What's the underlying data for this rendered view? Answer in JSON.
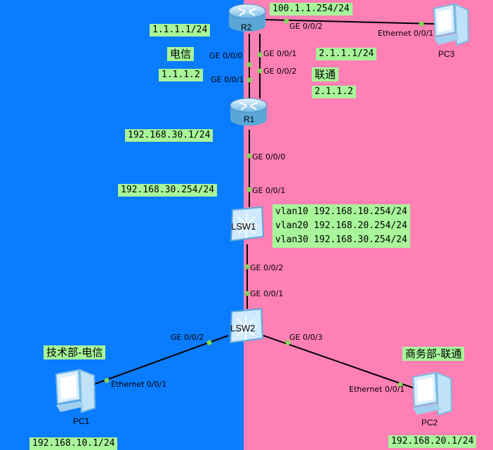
{
  "devices": {
    "r2": "R2",
    "r1": "R1",
    "lsw1": "LSW1",
    "lsw2": "LSW2",
    "pc1": "PC1",
    "pc2": "PC2",
    "pc3": "PC3"
  },
  "ip_labels": {
    "r2_public": "100.1.1.254/24",
    "r2_telecom": "1.1.1.1/24",
    "r1_telecom": "1.1.1.2",
    "r2_unicom": "2.1.1.1/24",
    "r1_unicom": "2.1.1.2",
    "r1_lan": "192.168.30.1/24",
    "lsw1_uplink": "192.168.30.254/24",
    "pc1_ip": "192.168.10.1/24",
    "pc2_ip": "192.168.20.1/24"
  },
  "vlans": [
    "vlan10 192.168.10.254/24",
    "vlan20 192.168.20.254/24",
    "vlan30 192.168.30.254/24"
  ],
  "isp_labels": {
    "telecom": "电信",
    "unicom": "联通"
  },
  "dept_labels": {
    "tech": "技术部-电信",
    "biz": "商务部-联通"
  },
  "ports": {
    "r2_to_pc3": "GE 0/0/2",
    "pc3_eth": "Ethernet 0/0/1",
    "r2_ge000": "GE 0/0/0",
    "r1_ge001_left": "GE 0/0/1",
    "r2_ge001": "GE 0/0/1",
    "r1_ge002": "GE 0/0/2",
    "r1_ge000": "GE 0/0/0",
    "lsw1_ge001": "GE 0/0/1",
    "lsw1_ge002": "GE 0/0/2",
    "lsw2_ge001": "GE 0/0/1",
    "lsw2_ge002": "GE 0/0/2",
    "lsw2_ge003": "GE 0/0/3",
    "pc1_eth": "Ethernet 0/0/1",
    "pc2_eth": "Ethernet 0/0/1"
  },
  "colors": {
    "left_zone": "#0a7cff",
    "right_zone": "#ff80b5",
    "label_bg": "#a8f59a",
    "link": "#000000",
    "port_dot": "#7ed957"
  }
}
